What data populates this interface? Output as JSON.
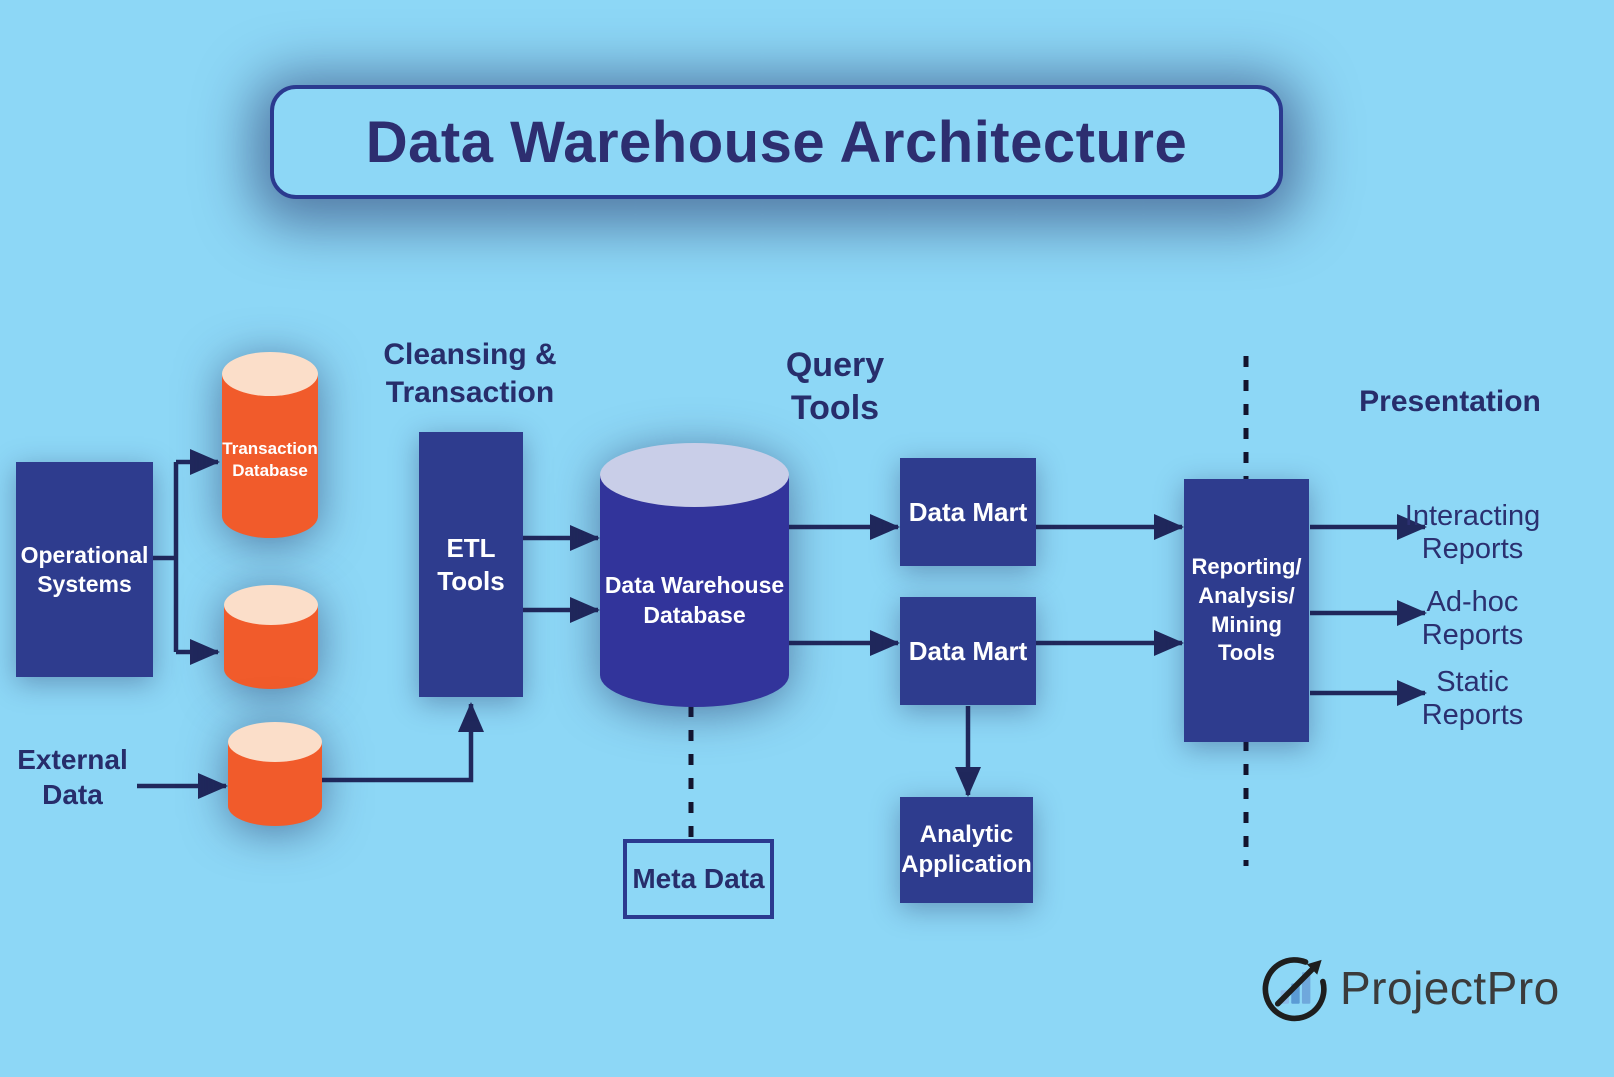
{
  "title": "Data Warehouse Architecture",
  "sections": {
    "cleansing": "Cleansing &\nTransaction",
    "query_tools": "Query\nTools",
    "presentation": "Presentation"
  },
  "nodes": {
    "operational_systems": "Operational\nSystems",
    "external_data": "External\nData",
    "transaction_database": "Transaction\nDatabase",
    "etl_tools": "ETL\nTools",
    "data_warehouse_database": "Data Warehouse\nDatabase",
    "data_mart_top": "Data Mart",
    "data_mart_bottom": "Data Mart",
    "meta_data": "Meta Data",
    "analytic_application": "Analytic\nApplication",
    "reporting_tools": "Reporting/\nAnalysis/\nMining\nTools"
  },
  "outputs": [
    {
      "label": "Interacting\nReports"
    },
    {
      "label": "Ad-hoc\nReports"
    },
    {
      "label": "Static\nReports"
    }
  ],
  "logo": {
    "text": "ProjectPro",
    "icon": "growth-chart-arrow-icon"
  },
  "colors": {
    "background": "#8DD7F6",
    "box_blue": "#2E3C8E",
    "warehouse_cylinder_blue": "#32349B",
    "warehouse_cylinder_top": "#C9CEE8",
    "source_cylinder_orange": "#F15B2B",
    "source_cylinder_top": "#FBDEC9",
    "heading_navy": "#272D6B",
    "arrow_navy": "#20285C",
    "logo_text_gray": "#3B3B3B",
    "logo_bar_blue": "#5B9BD5"
  }
}
